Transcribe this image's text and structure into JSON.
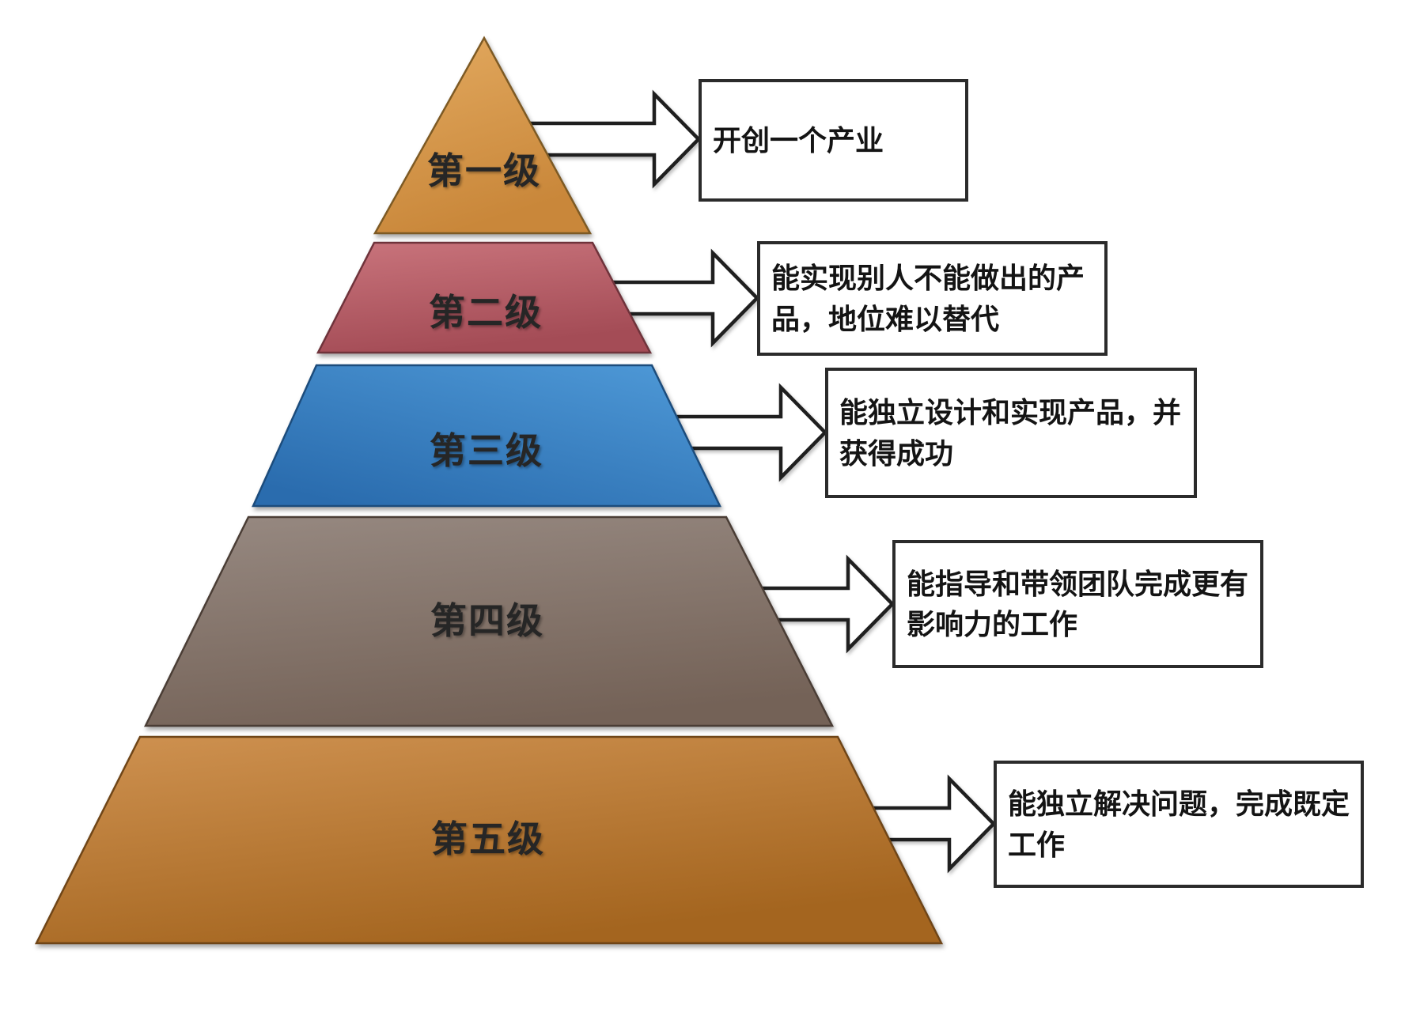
{
  "diagram": {
    "type": "pyramid-levels",
    "background": "#ffffff",
    "label_color": "#262626",
    "box": {
      "background": "#ffffff",
      "border": "#2b2b2b",
      "text_color": "#141414"
    },
    "arrow": {
      "fill": "#ffffff",
      "stroke": "#1f1f1f"
    },
    "levels": [
      {
        "label": "第一级",
        "description": "开创一个产业",
        "color_light": "#e3aa60",
        "color_dark": "#c9873a",
        "stroke": "#7d5a24"
      },
      {
        "label": "第二级",
        "description": "能实现别人不能做出的产品，地位难以替代",
        "color_light": "#c9747c",
        "color_dark": "#a44c56",
        "stroke": "#6f333b"
      },
      {
        "label": "第三级",
        "description": "能独立设计和实现产品，并获得成功",
        "color_light": "#4f9ad8",
        "color_dark": "#2a6cae",
        "stroke": "#1c4c7c"
      },
      {
        "label": "第四级",
        "description": "能指导和带领团队完成更有影响力的工作",
        "color_light": "#95877f",
        "color_dark": "#746257",
        "stroke": "#4a3d35"
      },
      {
        "label": "第五级",
        "description": "能独立解决问题，完成既定工作",
        "color_light": "#cf9251",
        "color_dark": "#a4651f",
        "stroke": "#6f4517"
      }
    ]
  }
}
